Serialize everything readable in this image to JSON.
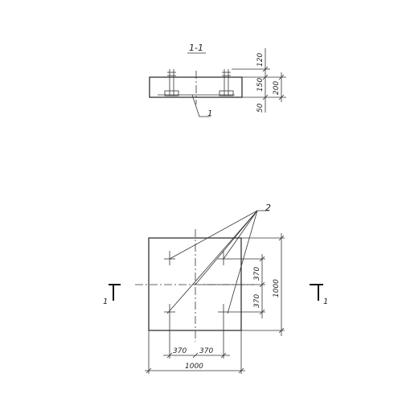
{
  "section": {
    "title": "1-1",
    "leader_label": "1",
    "dims": {
      "top": "120",
      "middle": "150",
      "bottom": "50",
      "total": "200"
    }
  },
  "plan": {
    "leader_label": "2",
    "cut_left_label": "1",
    "cut_right_label": "1",
    "dims": {
      "bolt_spacing_x_1": "370",
      "bolt_spacing_x_2": "370",
      "bolt_spacing_y_1": "370",
      "bolt_spacing_y_2": "370",
      "width": "1000",
      "height": "1000"
    }
  }
}
